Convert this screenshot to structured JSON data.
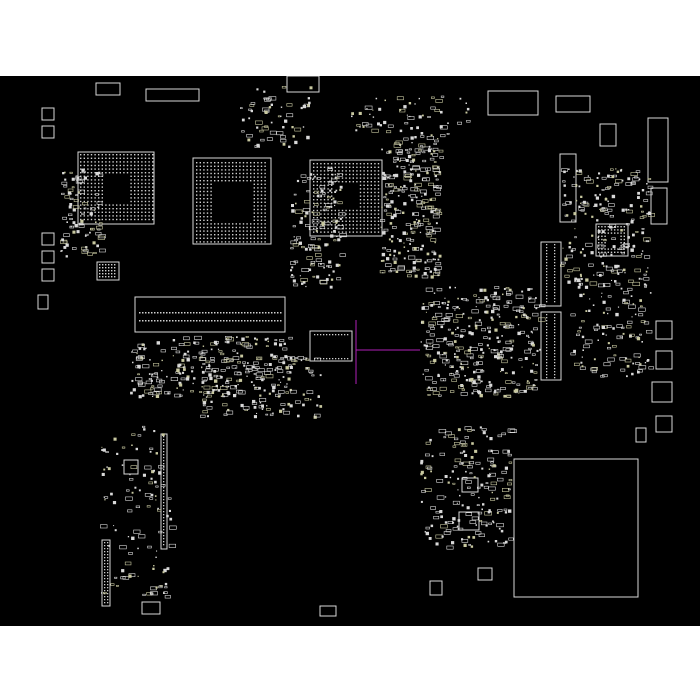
{
  "view": {
    "background": "#ffffff",
    "board_color": "#000000",
    "outline_color": "#d9d9d9",
    "trace_color": "#b01fb8",
    "pad_color": "#c8c8a0"
  },
  "components": [
    {
      "name": "cpu-socket-bga",
      "kind": "bga-grid"
    },
    {
      "name": "northbridge-bga",
      "kind": "bga-grid"
    },
    {
      "name": "gpu-bga",
      "kind": "bga-grid"
    },
    {
      "name": "memory-slot-horizontal",
      "kind": "connector"
    },
    {
      "name": "memory-slot-vertical-a",
      "kind": "connector"
    },
    {
      "name": "memory-slot-vertical-b",
      "kind": "connector"
    },
    {
      "name": "large-shield-area",
      "kind": "outline"
    },
    {
      "name": "io-controller-chip",
      "kind": "qfp"
    },
    {
      "name": "embedded-controller-chip",
      "kind": "qfp"
    },
    {
      "name": "side-connector-left",
      "kind": "connector"
    }
  ]
}
